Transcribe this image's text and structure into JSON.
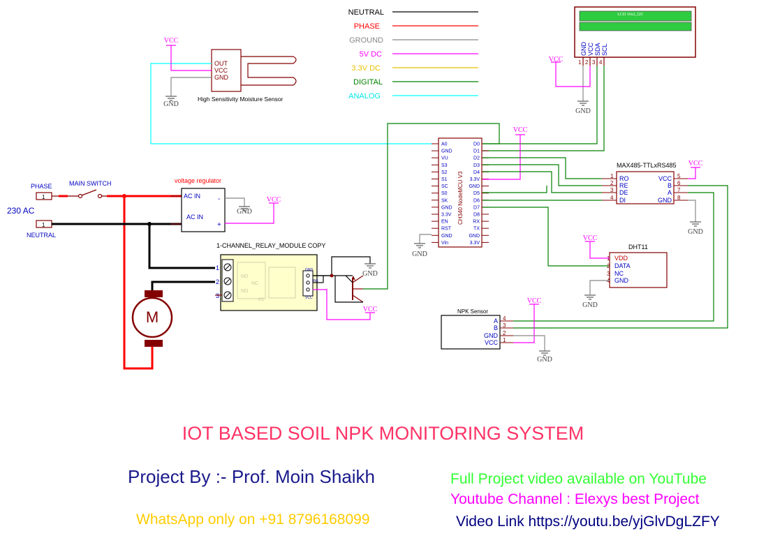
{
  "colors": {
    "neutral": "#000000",
    "phase": "#ff0000",
    "ground": "#888888",
    "dc5v": "#ff00ff",
    "dc33v": "#e6c200",
    "digital": "#008000",
    "analog": "#00ffff",
    "component_border": "#840000",
    "pin_text": "#0000c2",
    "title": "#ff3366",
    "project_by": "#1a1a8c",
    "whatsapp": "#ffcc00",
    "youtube_line": "#33ff33",
    "channel_line": "#ff00ff",
    "link_line": "#000080"
  },
  "legend": {
    "neutral": "NEUTRAL",
    "phase": "PHASE",
    "ground": "GROUND",
    "dc5v": "5V DC",
    "dc33v": "3.3V DC",
    "digital": "DIGITAL",
    "analog": "ANALOG"
  },
  "power_labels": {
    "vcc": "VCC",
    "gnd": "GND"
  },
  "lcd": {
    "title": "LCD 16x2_I2C",
    "pins": [
      "GND",
      "VCC",
      "SDA",
      "SCL"
    ],
    "pin_numbers": [
      "1",
      "2",
      "3",
      "4"
    ]
  },
  "moisture": {
    "name": "High Sensitivity Moisture Sensor",
    "pins": [
      "OUT",
      "VCC",
      "GND"
    ]
  },
  "nodemcu": {
    "name": "CH340 NodeMCU V3",
    "left_pins": [
      "A0",
      "GND",
      "VU",
      "S3",
      "S2",
      "S1",
      "SC",
      "S0",
      "SK",
      "GND",
      "3.3V",
      "EN",
      "RST",
      "GND",
      "Vin"
    ],
    "right_pins": [
      "D0",
      "D1",
      "D2",
      "D3",
      "D4",
      "3.3V",
      "GND",
      "D5",
      "D6",
      "D7",
      "D8",
      "RX",
      "TX",
      "GND",
      "3.3V"
    ]
  },
  "max485": {
    "name": "MAX485-TTLxRS485",
    "left_pins": [
      "RO",
      "RE",
      "DE",
      "DI"
    ],
    "left_numbers": [
      "1",
      "2",
      "3",
      "4"
    ],
    "right_pins": [
      "VCC",
      "B",
      "A",
      "GND"
    ],
    "right_numbers": [
      "5",
      "6",
      "7",
      "8"
    ]
  },
  "dht": {
    "name": "DHT11",
    "pins": [
      "VDD",
      "DATA",
      "NC",
      "GND"
    ],
    "numbers": [
      "1",
      "2",
      "3",
      "4"
    ]
  },
  "npk": {
    "name": "NPK Sensor",
    "pins": [
      "A",
      "B",
      "GND",
      "VCC"
    ],
    "numbers": [
      "4",
      "3",
      "2",
      "1"
    ]
  },
  "regulator": {
    "name": "voltage regulator",
    "ac_in_top": "AC IN",
    "ac_in_bottom": "AC IN",
    "minus": "-",
    "plus": "+"
  },
  "relay": {
    "name": "1-CHANNEL_RELAY_MODULE COPY",
    "terminal_numbers": [
      "1",
      "2",
      "3"
    ],
    "header_pins": [
      "GND",
      "IN1",
      "VCC"
    ],
    "inner_no_top": "NO",
    "inner_nc": "NC",
    "inner_no_bottom": "NO",
    "inner_k": "K1"
  },
  "mains": {
    "phase_label": "PHASE",
    "ac_label": "230 AC",
    "neutral_label": "NEUTRAL",
    "switch_label": "MAIN SWITCH",
    "pin_one": "1"
  },
  "motor": {
    "label": "M"
  },
  "footer": {
    "title": "IOT BASED SOIL NPK MONITORING SYSTEM",
    "project_by": "Project By :- Prof. Moin Shaikh",
    "whatsapp": "WhatsApp only on +91 8796168099",
    "youtube": "Full Project video available on YouTube",
    "channel": "Youtube Channel : Elexys best Project",
    "link": "Video Link https://youtu.be/yjGlvDgLZFY"
  }
}
